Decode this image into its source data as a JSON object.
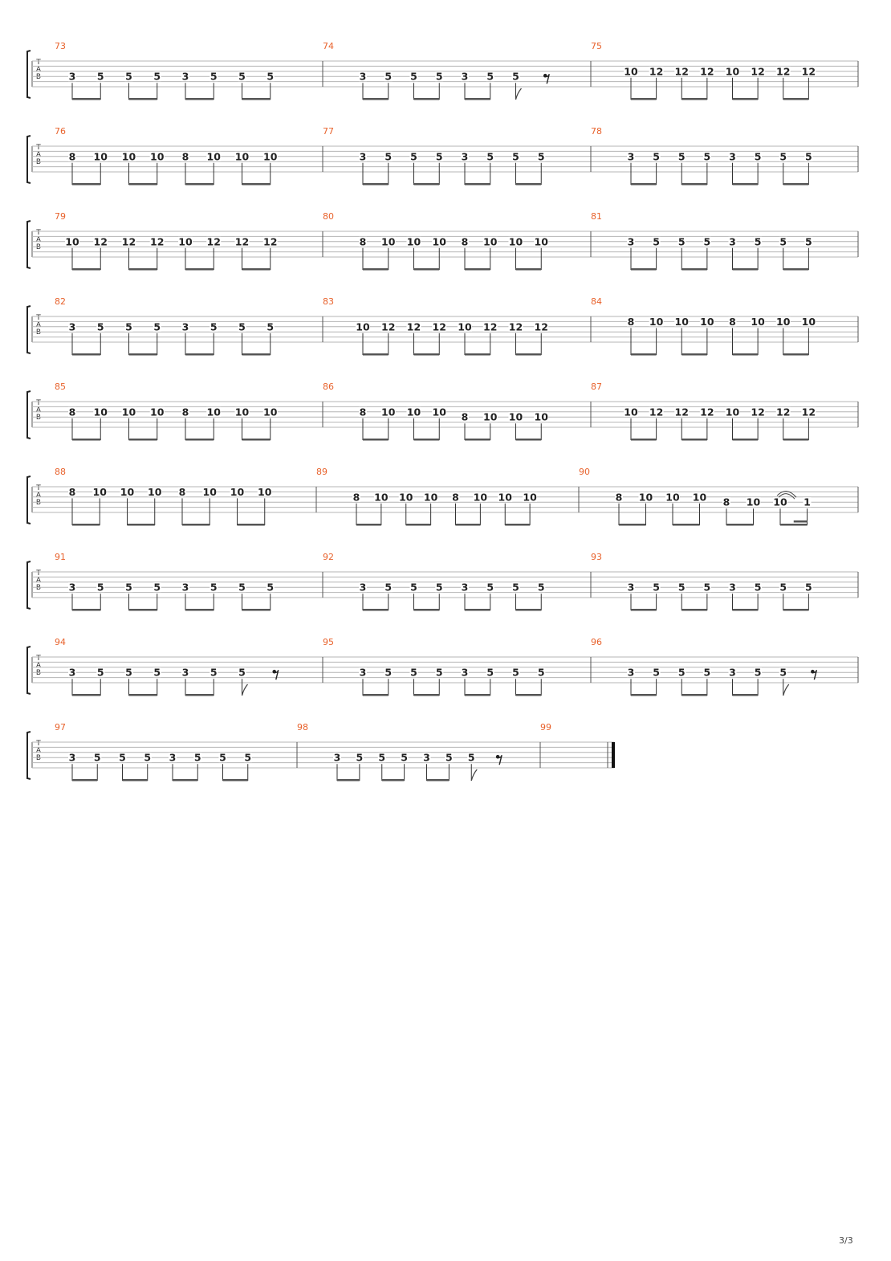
{
  "document": {
    "page_number": "3/3"
  },
  "systems": [
    {
      "measures": [
        {
          "number": "73",
          "events": [
            [
              4,
              "3"
            ],
            [
              4,
              "5"
            ],
            [
              4,
              "5"
            ],
            [
              4,
              "5"
            ],
            [
              4,
              "3"
            ],
            [
              4,
              "5"
            ],
            [
              4,
              "5"
            ],
            [
              4,
              "5"
            ]
          ]
        },
        {
          "number": "74",
          "events": [
            [
              4,
              "3"
            ],
            [
              4,
              "5"
            ],
            [
              4,
              "5"
            ],
            [
              4,
              "5"
            ],
            [
              4,
              "3"
            ],
            [
              4,
              "5"
            ],
            [
              4,
              "5"
            ],
            [
              "rest"
            ]
          ]
        },
        {
          "number": "75",
          "events": [
            [
              3,
              "10"
            ],
            [
              3,
              "12"
            ],
            [
              3,
              "12"
            ],
            [
              3,
              "12"
            ],
            [
              3,
              "10"
            ],
            [
              3,
              "12"
            ],
            [
              3,
              "12"
            ],
            [
              3,
              "12"
            ]
          ]
        }
      ]
    },
    {
      "measures": [
        {
          "number": "76",
          "events": [
            [
              3,
              "8"
            ],
            [
              3,
              "10"
            ],
            [
              3,
              "10"
            ],
            [
              3,
              "10"
            ],
            [
              3,
              "8"
            ],
            [
              3,
              "10"
            ],
            [
              3,
              "10"
            ],
            [
              3,
              "10"
            ]
          ]
        },
        {
          "number": "77",
          "events": [
            [
              3,
              "3"
            ],
            [
              3,
              "5"
            ],
            [
              3,
              "5"
            ],
            [
              3,
              "5"
            ],
            [
              3,
              "3"
            ],
            [
              3,
              "5"
            ],
            [
              3,
              "5"
            ],
            [
              3,
              "5"
            ]
          ]
        },
        {
          "number": "78",
          "events": [
            [
              3,
              "3"
            ],
            [
              3,
              "5"
            ],
            [
              3,
              "5"
            ],
            [
              3,
              "5"
            ],
            [
              3,
              "3"
            ],
            [
              3,
              "5"
            ],
            [
              3,
              "5"
            ],
            [
              3,
              "5"
            ]
          ]
        }
      ]
    },
    {
      "measures": [
        {
          "number": "79",
          "events": [
            [
              3,
              "10"
            ],
            [
              3,
              "12"
            ],
            [
              3,
              "12"
            ],
            [
              3,
              "12"
            ],
            [
              3,
              "10"
            ],
            [
              3,
              "12"
            ],
            [
              3,
              "12"
            ],
            [
              3,
              "12"
            ]
          ]
        },
        {
          "number": "80",
          "events": [
            [
              3,
              "8"
            ],
            [
              3,
              "10"
            ],
            [
              3,
              "10"
            ],
            [
              3,
              "10"
            ],
            [
              3,
              "8"
            ],
            [
              3,
              "10"
            ],
            [
              3,
              "10"
            ],
            [
              3,
              "10"
            ]
          ]
        },
        {
          "number": "81",
          "events": [
            [
              3,
              "3"
            ],
            [
              3,
              "5"
            ],
            [
              3,
              "5"
            ],
            [
              3,
              "5"
            ],
            [
              3,
              "3"
            ],
            [
              3,
              "5"
            ],
            [
              3,
              "5"
            ],
            [
              3,
              "5"
            ]
          ]
        }
      ]
    },
    {
      "measures": [
        {
          "number": "82",
          "events": [
            [
              3,
              "3"
            ],
            [
              3,
              "5"
            ],
            [
              3,
              "5"
            ],
            [
              3,
              "5"
            ],
            [
              3,
              "3"
            ],
            [
              3,
              "5"
            ],
            [
              3,
              "5"
            ],
            [
              3,
              "5"
            ]
          ]
        },
        {
          "number": "83",
          "events": [
            [
              3,
              "10"
            ],
            [
              3,
              "12"
            ],
            [
              3,
              "12"
            ],
            [
              3,
              "12"
            ],
            [
              3,
              "10"
            ],
            [
              3,
              "12"
            ],
            [
              3,
              "12"
            ],
            [
              3,
              "12"
            ]
          ]
        },
        {
          "number": "84",
          "events": [
            [
              2,
              "8"
            ],
            [
              2,
              "10"
            ],
            [
              2,
              "10"
            ],
            [
              2,
              "10"
            ],
            [
              2,
              "8"
            ],
            [
              2,
              "10"
            ],
            [
              2,
              "10"
            ],
            [
              2,
              "10"
            ]
          ]
        }
      ]
    },
    {
      "measures": [
        {
          "number": "85",
          "events": [
            [
              3,
              "8"
            ],
            [
              3,
              "10"
            ],
            [
              3,
              "10"
            ],
            [
              3,
              "10"
            ],
            [
              3,
              "8"
            ],
            [
              3,
              "10"
            ],
            [
              3,
              "10"
            ],
            [
              3,
              "10"
            ]
          ]
        },
        {
          "number": "86",
          "events": [
            [
              3,
              "8"
            ],
            [
              3,
              "10"
            ],
            [
              3,
              "10"
            ],
            [
              3,
              "10"
            ],
            [
              4,
              "8"
            ],
            [
              4,
              "10"
            ],
            [
              4,
              "10"
            ],
            [
              4,
              "10"
            ]
          ]
        },
        {
          "number": "87",
          "events": [
            [
              3,
              "10"
            ],
            [
              3,
              "12"
            ],
            [
              3,
              "12"
            ],
            [
              3,
              "12"
            ],
            [
              3,
              "10"
            ],
            [
              3,
              "12"
            ],
            [
              3,
              "12"
            ],
            [
              3,
              "12"
            ]
          ]
        }
      ]
    },
    {
      "measures": [
        {
          "number": "88",
          "events": [
            [
              2,
              "8"
            ],
            [
              2,
              "10"
            ],
            [
              2,
              "10"
            ],
            [
              2,
              "10"
            ],
            [
              2,
              "8"
            ],
            [
              2,
              "10"
            ],
            [
              2,
              "10"
            ],
            [
              2,
              "10"
            ]
          ]
        },
        {
          "number": "89",
          "events": [
            [
              3,
              "8"
            ],
            [
              3,
              "10"
            ],
            [
              3,
              "10"
            ],
            [
              3,
              "10"
            ],
            [
              3,
              "8"
            ],
            [
              3,
              "10"
            ],
            [
              3,
              "10"
            ],
            [
              3,
              "10"
            ]
          ]
        },
        {
          "number": "90",
          "events": [
            [
              3,
              "8"
            ],
            [
              3,
              "10"
            ],
            [
              3,
              "10"
            ],
            [
              3,
              "10"
            ],
            [
              4,
              "8"
            ],
            [
              4,
              "10"
            ],
            [
              4,
              "10"
            ],
            [
              4,
              "1"
            ]
          ]
        }
      ]
    },
    {
      "measures": [
        {
          "number": "91",
          "events": [
            [
              4,
              "3"
            ],
            [
              4,
              "5"
            ],
            [
              4,
              "5"
            ],
            [
              4,
              "5"
            ],
            [
              4,
              "3"
            ],
            [
              4,
              "5"
            ],
            [
              4,
              "5"
            ],
            [
              4,
              "5"
            ]
          ]
        },
        {
          "number": "92",
          "events": [
            [
              4,
              "3"
            ],
            [
              4,
              "5"
            ],
            [
              4,
              "5"
            ],
            [
              4,
              "5"
            ],
            [
              4,
              "3"
            ],
            [
              4,
              "5"
            ],
            [
              4,
              "5"
            ],
            [
              4,
              "5"
            ]
          ]
        },
        {
          "number": "93",
          "events": [
            [
              4,
              "3"
            ],
            [
              4,
              "5"
            ],
            [
              4,
              "5"
            ],
            [
              4,
              "5"
            ],
            [
              4,
              "3"
            ],
            [
              4,
              "5"
            ],
            [
              4,
              "5"
            ],
            [
              4,
              "5"
            ]
          ]
        }
      ]
    },
    {
      "measures": [
        {
          "number": "94",
          "events": [
            [
              4,
              "3"
            ],
            [
              4,
              "5"
            ],
            [
              4,
              "5"
            ],
            [
              4,
              "5"
            ],
            [
              4,
              "3"
            ],
            [
              4,
              "5"
            ],
            [
              4,
              "5"
            ],
            [
              "rest"
            ]
          ]
        },
        {
          "number": "95",
          "events": [
            [
              4,
              "3"
            ],
            [
              4,
              "5"
            ],
            [
              4,
              "5"
            ],
            [
              4,
              "5"
            ],
            [
              4,
              "3"
            ],
            [
              4,
              "5"
            ],
            [
              4,
              "5"
            ],
            [
              4,
              "5"
            ]
          ]
        },
        {
          "number": "96",
          "events": [
            [
              4,
              "3"
            ],
            [
              4,
              "5"
            ],
            [
              4,
              "5"
            ],
            [
              4,
              "5"
            ],
            [
              4,
              "3"
            ],
            [
              4,
              "5"
            ],
            [
              4,
              "5"
            ],
            [
              "rest"
            ]
          ]
        }
      ]
    },
    {
      "measures": [
        {
          "number": "97",
          "events": [
            [
              4,
              "3"
            ],
            [
              4,
              "5"
            ],
            [
              4,
              "5"
            ],
            [
              4,
              "5"
            ],
            [
              4,
              "3"
            ],
            [
              4,
              "5"
            ],
            [
              4,
              "5"
            ],
            [
              4,
              "5"
            ]
          ]
        },
        {
          "number": "98",
          "events": [
            [
              4,
              "3"
            ],
            [
              4,
              "5"
            ],
            [
              4,
              "5"
            ],
            [
              4,
              "5"
            ],
            [
              4,
              "3"
            ],
            [
              4,
              "5"
            ],
            [
              4,
              "5"
            ],
            [
              "rest"
            ]
          ]
        },
        {
          "number": "99",
          "events": []
        }
      ]
    }
  ]
}
